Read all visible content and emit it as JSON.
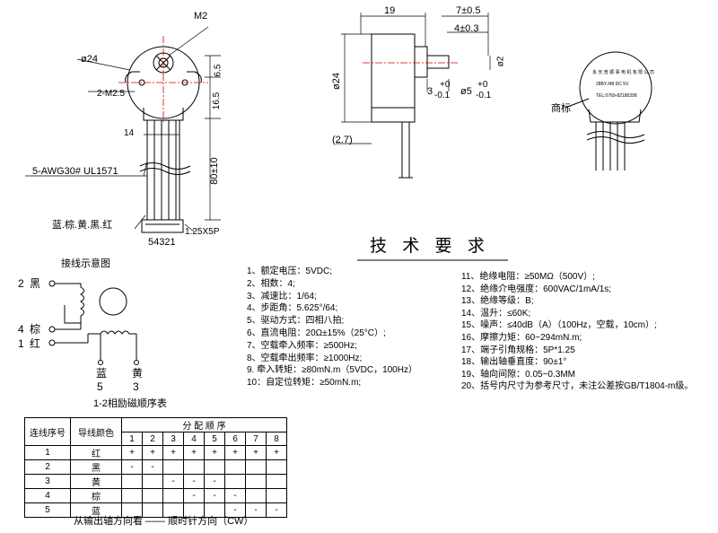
{
  "front_view": {
    "screw_label": "M2",
    "diameter_label": "ø24",
    "hole_label": "2-M2.5",
    "dim_6_5": "6.5",
    "dim_16_5": "16.5",
    "dim_14": "14",
    "dim_80": "80±10",
    "wire_spec": "5-AWG30# UL1571",
    "wire_colors": "蓝.棕.黄.黑.红",
    "connector_pitch": "1.25X5P",
    "pin_order": "54321"
  },
  "side_view": {
    "dim_19": "19",
    "dim_7": "7±0.5",
    "dim_4": "4±0.3",
    "dim_24": "ø24",
    "dim_shaft_small": "ø2",
    "dim_3": "3",
    "tol_3_upper": "+0",
    "tol_3_lower": "-0.1",
    "dim_5": "ø5",
    "tol_5_upper": "+0",
    "tol_5_lower": "-0.1",
    "dim_2_7": "(2.7)"
  },
  "label_view": {
    "trademark_label": "商标",
    "label_line1": "永 天 普 顺 事 电 机 有 限 公 司",
    "label_line2": "28BYJ48   DC 5V",
    "label_line3": "TEL:0769-82186398"
  },
  "wiring": {
    "title": "接线示意图",
    "pin2": "2",
    "pin2_color": "黑",
    "pin4": "4",
    "pin4_color": "棕",
    "pin1": "1",
    "pin1_color": "红",
    "blue_label": "蓝",
    "blue_num": "5",
    "yellow_label": "黄",
    "yellow_num": "3",
    "excitation_title": "1-2相励磁顺序表"
  },
  "specs": {
    "title": "技 术 要 求",
    "left": [
      "1、额定电压：5VDC;",
      "2、相数：4;",
      "3、减速比：1/64;",
      "4、步距角：5.625°/64;",
      "5、驱动方式：四相八拍;",
      "6、直流电阻：20Ω±15%（25°C）;",
      "7、空载牵入频率：≥500Hz;",
      "8、空载牵出频率：≥1000Hz;",
      "9. 牵入转矩：≥80mN.m（5VDC，100Hz）",
      "10：自定位转矩：≥50mN.m;"
    ],
    "right": [
      "11、绝缘电阻：≥50MΩ（500V）;",
      "12、绝缘介电强度：600VAC/1mA/1s;",
      "13、绝缘等级：B;",
      "14、温升：≤60K;",
      "15、噪声：≤40dB（A）（100Hz，空载，10cm）;",
      "16、摩擦力矩：60~294mN.m;",
      "17、端子引角规格：5P*1.25",
      "18、输出轴垂直度：90±1°",
      "19、轴向间隙：0.05~0.3MM",
      "20、括号内尺寸为参考尺寸，未注公差按GB/T1804-m级。"
    ]
  },
  "sequence_table": {
    "col_wire_no": "连线序号",
    "col_wire_color": "导线颜色",
    "col_sequence": "分 配 顺 序",
    "steps": [
      "1",
      "2",
      "3",
      "4",
      "5",
      "6",
      "7",
      "8"
    ],
    "rows": [
      {
        "no": "1",
        "color": "红",
        "cells": [
          "+",
          "+",
          "+",
          "+",
          "+",
          "+",
          "+",
          "+"
        ]
      },
      {
        "no": "2",
        "color": "黑",
        "cells": [
          "-",
          "-",
          "",
          "",
          "",
          "",
          "",
          ""
        ]
      },
      {
        "no": "3",
        "color": "黄",
        "cells": [
          "",
          "",
          "-",
          "-",
          "-",
          "",
          "",
          ""
        ]
      },
      {
        "no": "4",
        "color": "棕",
        "cells": [
          "",
          "",
          "",
          "-",
          "-",
          "-",
          "",
          ""
        ]
      },
      {
        "no": "5",
        "color": "蓝",
        "cells": [
          "",
          "",
          "",
          "",
          "",
          "-",
          "-",
          "-"
        ]
      }
    ],
    "footer": "从输出轴方向看  ——  顺时针方向（CW）"
  }
}
